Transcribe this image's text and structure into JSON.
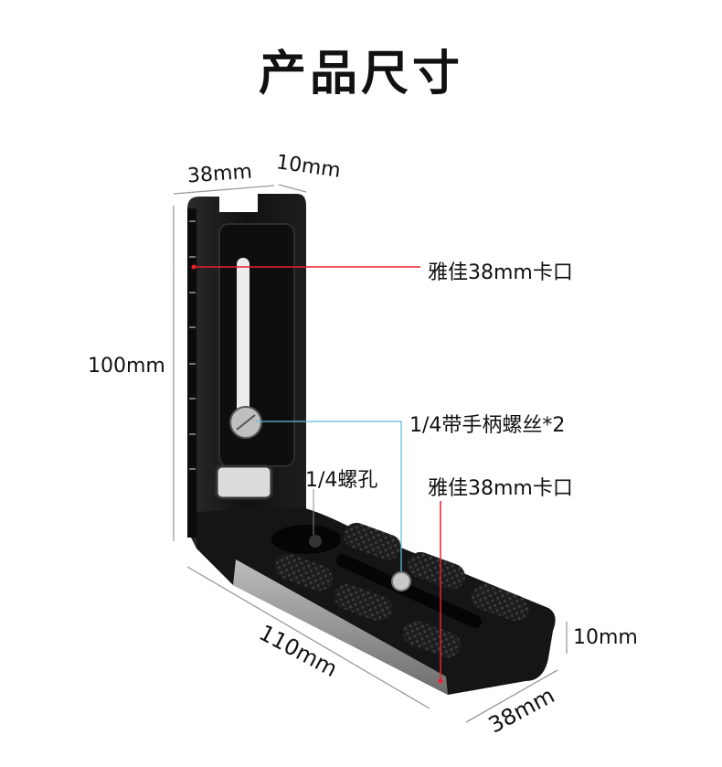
{
  "title": "产品尺寸",
  "dimensions": {
    "top_width": "38mm",
    "top_depth": "10mm",
    "height": "100mm",
    "base_length": "110mm",
    "base_width": "38mm",
    "base_thickness": "10mm"
  },
  "callouts": {
    "vertical_arca_mount": "雅佳38mm卡口",
    "screw": "1/4带手柄螺丝*2",
    "screw_hole": "1/4螺孔",
    "base_arca_mount": "雅佳38mm卡口"
  },
  "colors": {
    "bracket": "#141414",
    "red_line": "#e8212b",
    "blue_line": "#5bc0de",
    "dim_line": "#9a9a9a"
  }
}
